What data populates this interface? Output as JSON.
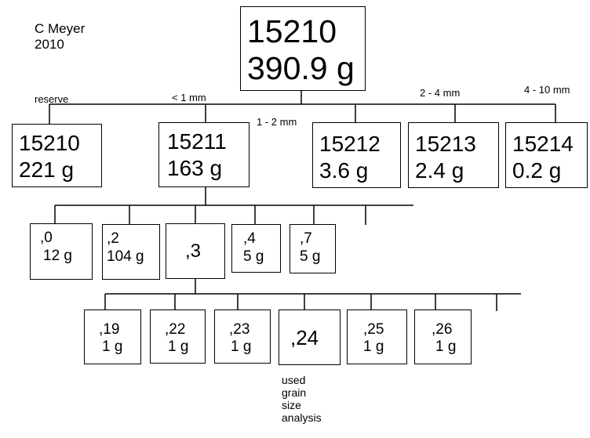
{
  "author": {
    "name": "C Meyer",
    "year": "2010"
  },
  "root": {
    "id": "15210",
    "mass": "390.9 g"
  },
  "fraction_labels": {
    "reserve": "reserve",
    "lt1": "< 1 mm",
    "r1_2": "1 - 2 mm",
    "r2_4": "2 - 4 mm",
    "r4_10": "4 - 10 mm"
  },
  "level2": [
    {
      "id": "15210",
      "mass": "221 g"
    },
    {
      "id": "15211",
      "mass": "163 g"
    },
    {
      "id": "15212",
      "mass": "3.6 g"
    },
    {
      "id": "15213",
      "mass": "2.4 g"
    },
    {
      "id": "15214",
      "mass": "0.2 g"
    }
  ],
  "level3": [
    {
      "id": ",0",
      "mass": "12 g"
    },
    {
      "id": ",2",
      "mass": "104 g"
    },
    {
      "id": ",3"
    },
    {
      "id": ",4",
      "mass": "5 g"
    },
    {
      "id": ",7",
      "mass": "5 g"
    }
  ],
  "level4": [
    {
      "id": ",19",
      "mass": "1 g"
    },
    {
      "id": ",22",
      "mass": "1 g"
    },
    {
      "id": ",23",
      "mass": "1 g"
    },
    {
      "id": ",24"
    },
    {
      "id": ",25",
      "mass": "1 g"
    },
    {
      "id": ",26",
      "mass": "1 g"
    }
  ],
  "note": [
    "used",
    "grain",
    "size",
    "analysis"
  ]
}
